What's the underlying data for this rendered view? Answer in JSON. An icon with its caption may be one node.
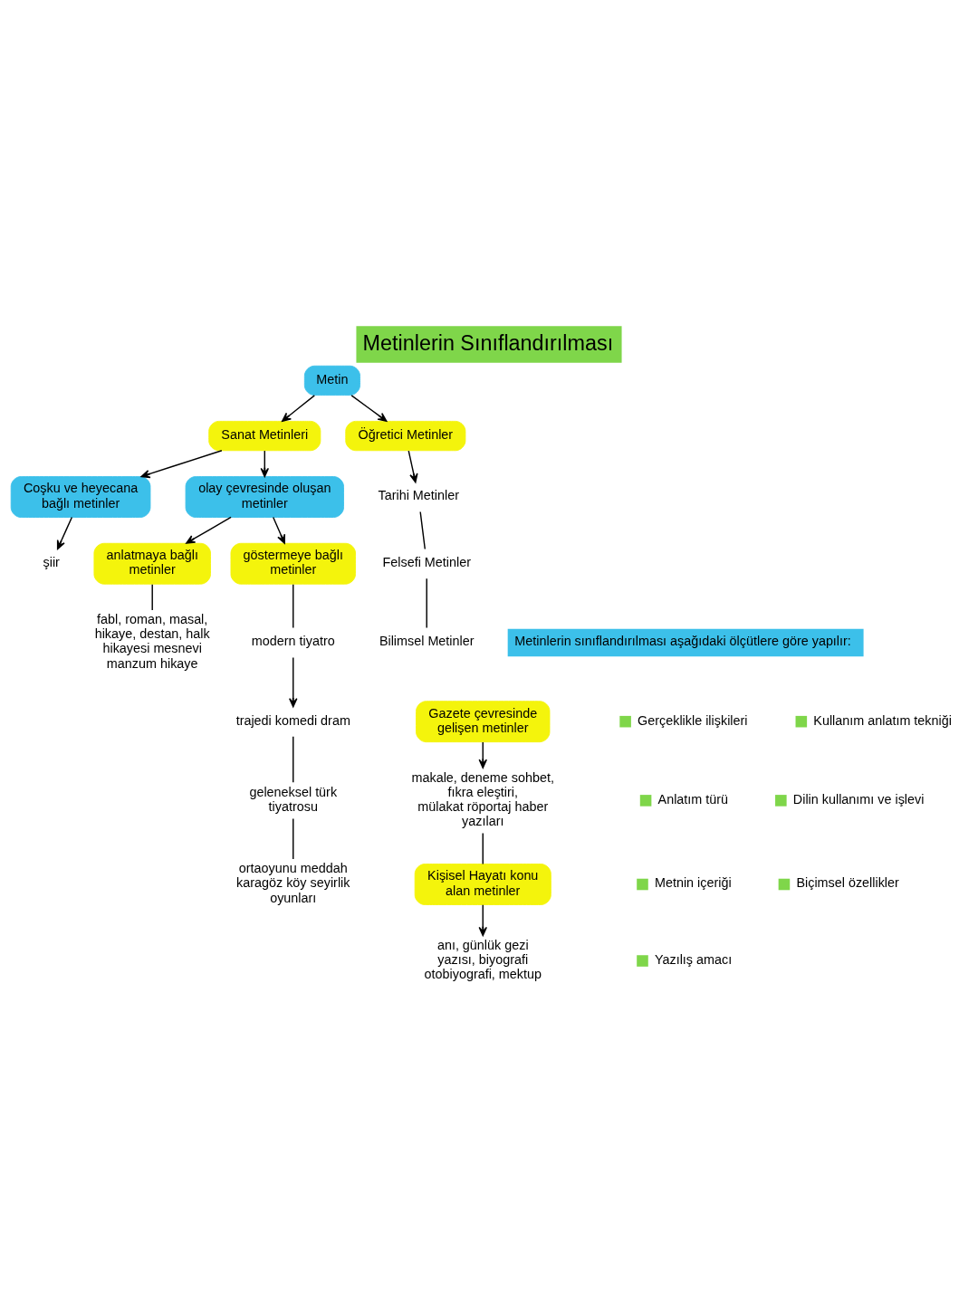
{
  "diagram": {
    "title": "Metinlerin Sınıflandırılması",
    "nodes": [
      {
        "text": [
          "Metin"
        ]
      },
      {
        "text": [
          "Sanat Metinleri"
        ]
      },
      {
        "text": [
          "Öğretici Metinler"
        ]
      },
      {
        "text": [
          "Tarihi Metinler"
        ]
      },
      {
        "text": [
          "Coşku ve heyecana bağlı metinler"
        ]
      },
      {
        "text": [
          "olay çevresinde oluşan metinler"
        ]
      },
      {
        "text": [
          "Felsefi Metinler"
        ]
      },
      {
        "text": [
          "Bilimsel Metinler"
        ]
      },
      {
        "text": [
          "şiir"
        ]
      },
      {
        "text": [
          "Gazete çevresinde gelişen metinler"
        ]
      },
      {
        "text": [
          "anlatmaya bağlı metinler"
        ]
      },
      {
        "text": [
          "göstermeye bağlı metinler"
        ]
      },
      {
        "text": [
          "makale, deneme sohbet, fıkra eleştiri, mülakat röportaj haber yazıları"
        ]
      },
      {
        "text": [
          "fabl, roman, masal, hikaye, destan, halk hikayesi mesnevi manzum hikaye"
        ]
      },
      {
        "text": [
          "modern tiyatro"
        ]
      },
      {
        "text": [
          "Kişisel Hayatı konu alan metinler"
        ]
      },
      {
        "text": [
          "trajedi komedi dram"
        ]
      },
      {
        "text": [
          "anı, günlük gezi yazısı, biyografi otobiyografi, mektup"
        ]
      },
      {
        "text": [
          "geleneksel türk tiyatrosu"
        ]
      },
      {
        "text": [
          "ortaoyunu meddah karagöz köy seyirlik oyunları"
        ]
      }
    ],
    "edges": [
      {
        "from": 0,
        "to": 1,
        "arrow": "to"
      },
      {
        "from": 0,
        "to": 2,
        "arrow": "to"
      },
      {
        "from": 1,
        "to": 4,
        "arrow": "to"
      },
      {
        "from": 1,
        "to": 5,
        "arrow": "to"
      },
      {
        "from": 4,
        "to": 8,
        "arrow": "to"
      },
      {
        "from": 5,
        "to": 10,
        "arrow": "to"
      },
      {
        "from": 5,
        "to": 11,
        "arrow": "to"
      },
      {
        "from": 10,
        "to": 13,
        "arrow": "none"
      },
      {
        "from": 11,
        "to": 14,
        "arrow": "none"
      },
      {
        "from": 14,
        "to": 16,
        "arrow": "to"
      },
      {
        "from": 16,
        "to": 18,
        "arrow": "none"
      },
      {
        "from": 18,
        "to": 19,
        "arrow": "none"
      },
      {
        "from": 2,
        "to": 3,
        "arrow": "to"
      },
      {
        "from": 3,
        "to": 6,
        "arrow": "none"
      },
      {
        "from": 6,
        "to": 7,
        "arrow": "none"
      },
      {
        "from": 9,
        "to": 12,
        "arrow": "to"
      },
      {
        "from": 12,
        "to": 15,
        "arrow": "none"
      },
      {
        "from": 15,
        "to": 17,
        "arrow": "to"
      }
    ],
    "labels": [
      "Metinlerin sınıflandırılması aşağıdaki ölçütlere göre yapılır:",
      "Gerçeklikle ilişkileri",
      "Kullanım anlatım tekniği",
      "Anlatım türü",
      "Dilin kullanımı ve işlevi",
      "Metnin içeriği",
      "Biçimsel özellikler",
      "Yazılış amacı"
    ]
  }
}
